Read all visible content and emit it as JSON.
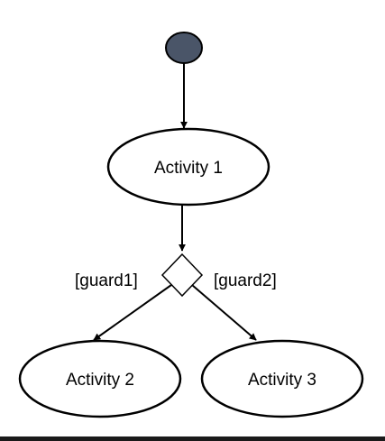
{
  "diagram": {
    "type": "activity-diagram",
    "nodes": [
      {
        "id": "initial",
        "kind": "initial-node"
      },
      {
        "id": "activity-1",
        "kind": "activity",
        "label": "Activity 1"
      },
      {
        "id": "decision",
        "kind": "decision"
      },
      {
        "id": "activity-2",
        "kind": "activity",
        "label": "Activity 2"
      },
      {
        "id": "activity-3",
        "kind": "activity",
        "label": "Activity 3"
      }
    ],
    "edges": [
      {
        "from": "initial",
        "to": "activity-1",
        "guard": ""
      },
      {
        "from": "activity-1",
        "to": "decision",
        "guard": ""
      },
      {
        "from": "decision",
        "to": "activity-2",
        "guard": "[guard1]"
      },
      {
        "from": "decision",
        "to": "activity-3",
        "guard": "[guard2]"
      }
    ],
    "colors": {
      "initial_fill": "#4a5568",
      "stroke": "#000000",
      "node_fill": "#ffffff",
      "baseline": "#1a1a1a"
    }
  }
}
